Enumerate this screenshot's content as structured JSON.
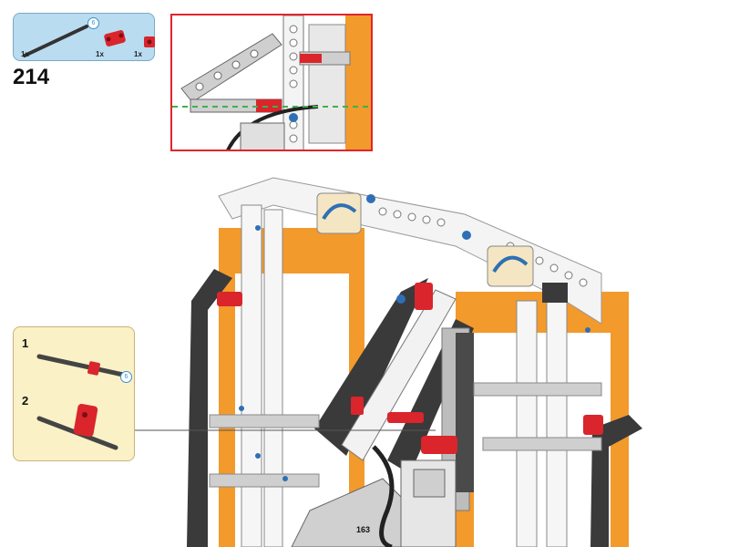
{
  "parts_list": {
    "items": [
      {
        "icon": "axle-icon",
        "quantity": "1x",
        "length_badge": "6"
      },
      {
        "icon": "axle-connector-icon",
        "quantity": "1x"
      },
      {
        "icon": "bush-icon",
        "quantity": "1x"
      }
    ]
  },
  "step": {
    "number": "214"
  },
  "subassembly": {
    "steps": [
      {
        "number": "1",
        "length_badge": "6"
      },
      {
        "number": "2"
      }
    ]
  },
  "page": {
    "number": "163"
  },
  "colors": {
    "parts_panel": "#b9dcf0",
    "subassembly_panel": "#fbf1c6",
    "callout_border": "#e0252e",
    "orange": "#f39a2c",
    "red_part": "#d9252b",
    "dark_gray": "#3a3a3a",
    "blue_pin": "#2f6fb5"
  }
}
